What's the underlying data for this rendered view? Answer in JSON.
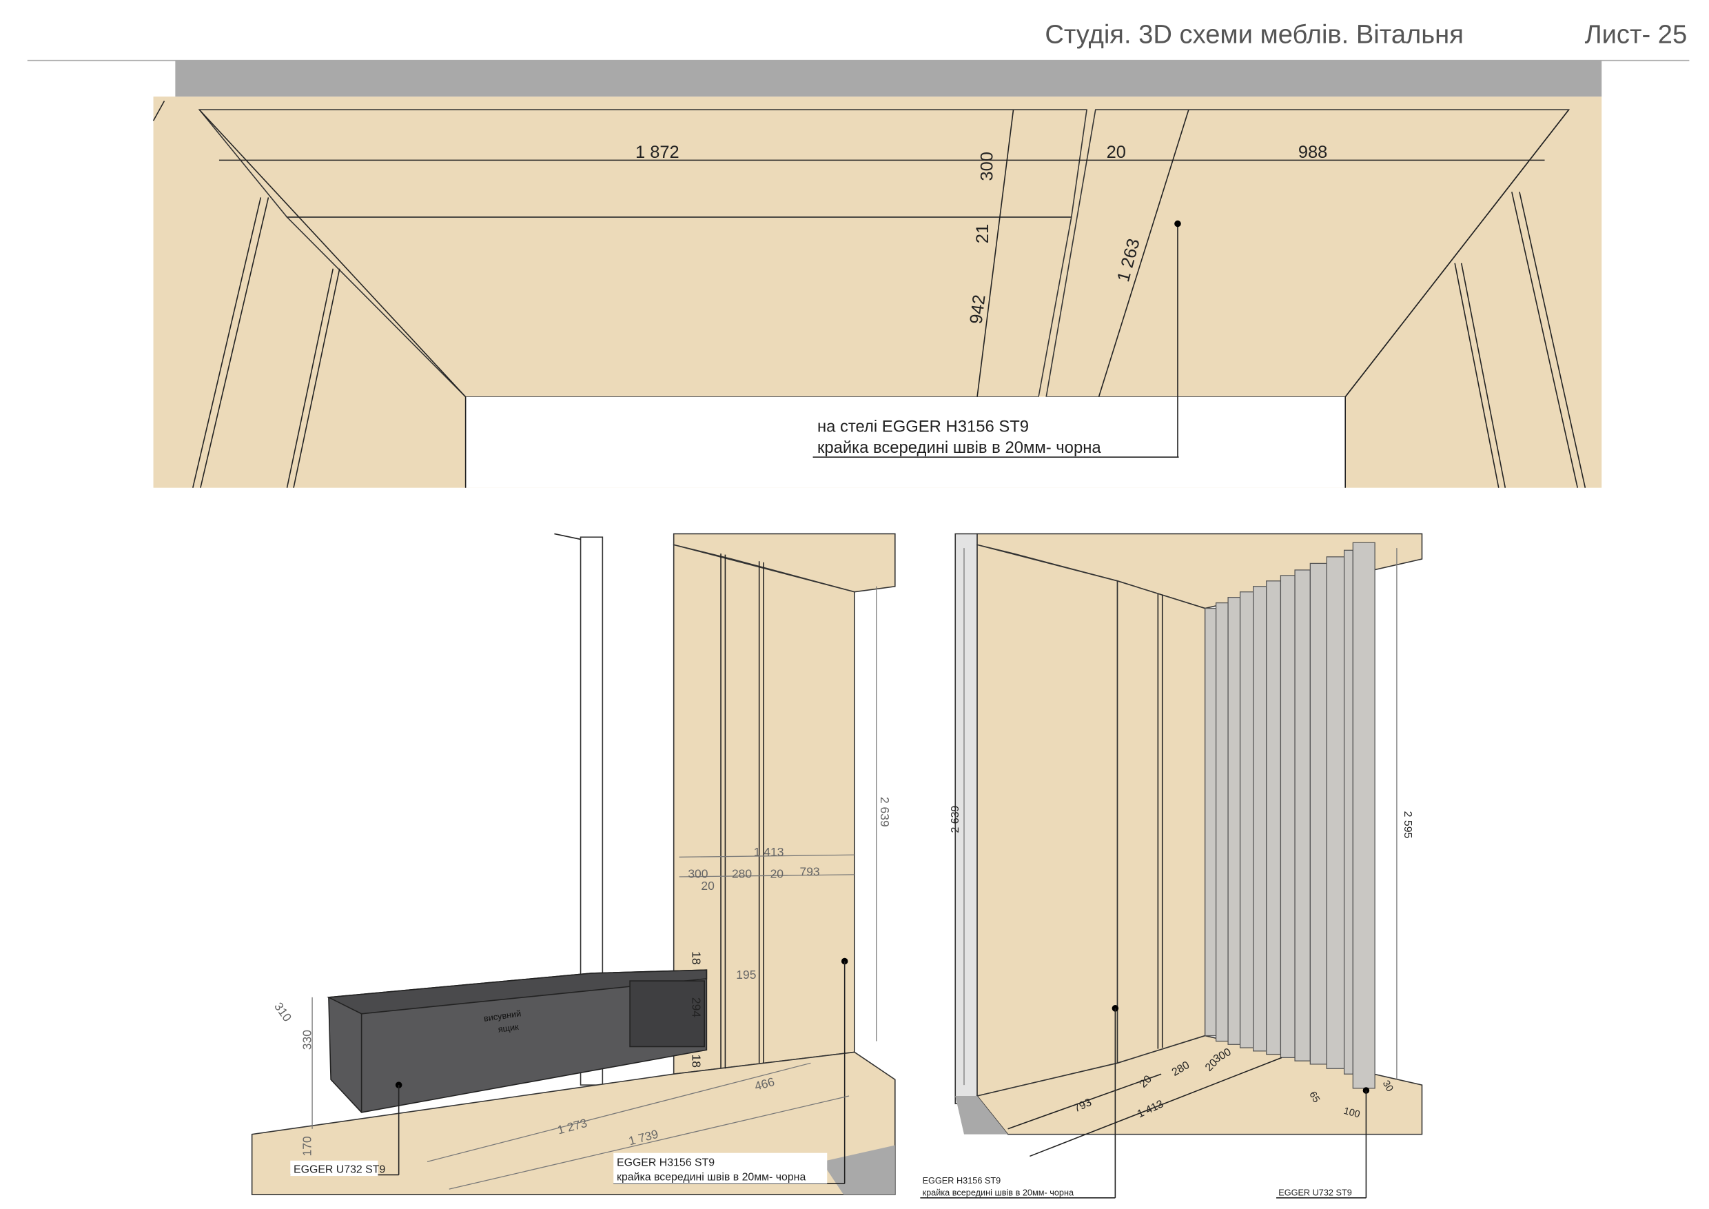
{
  "header": {
    "title": "Студія. 3D схеми меблів. Вітальня",
    "sheet": "Лист- 25"
  },
  "top_view": {
    "dims": {
      "d1872": "1 872",
      "d300": "300",
      "d20": "20",
      "d988": "988",
      "d21": "21",
      "d942": "942",
      "d1263": "1 263"
    },
    "note_line1": "на стелі EGGER H3156 ST9",
    "note_line2": "крайка всередині швів в 20мм- чорна"
  },
  "left_view": {
    "dims": {
      "h2639": "2 639",
      "w1413": "1 413",
      "w300": "300",
      "w20a": "20",
      "w280": "280",
      "w20b": "20",
      "w793": "793",
      "d18a": "18",
      "d195": "195",
      "d294": "294",
      "d18b": "18",
      "d310": "310",
      "d330": "330",
      "d170": "170",
      "d466": "466",
      "d1273": "1 273",
      "d1739": "1 739"
    },
    "drawer_label_1": "висувний",
    "drawer_label_2": "ящик",
    "note_cabinet": "EGGER U732 ST9",
    "note_wall_1": "EGGER H3156 ST9",
    "note_wall_2": "крайка всередині швів в 20мм- чорна"
  },
  "right_view": {
    "dims": {
      "h2639": "2 639",
      "h2595": "2 595",
      "d793": "793",
      "d1413": "1 413",
      "d20a": "20",
      "d280": "280",
      "d20b": "20",
      "d300": "300",
      "d65": "65",
      "d100": "100",
      "d30": "30"
    },
    "note_wall_1": "EGGER H3156 ST9",
    "note_wall_2": "крайка всередині швів в 20мм- чорна",
    "note_slats": "EGGER U732 ST9"
  },
  "colors": {
    "panel": "#ecdab9",
    "beam": "#a9a9a9",
    "cabinet": "#58585a",
    "slat": "#c9c7c3"
  }
}
